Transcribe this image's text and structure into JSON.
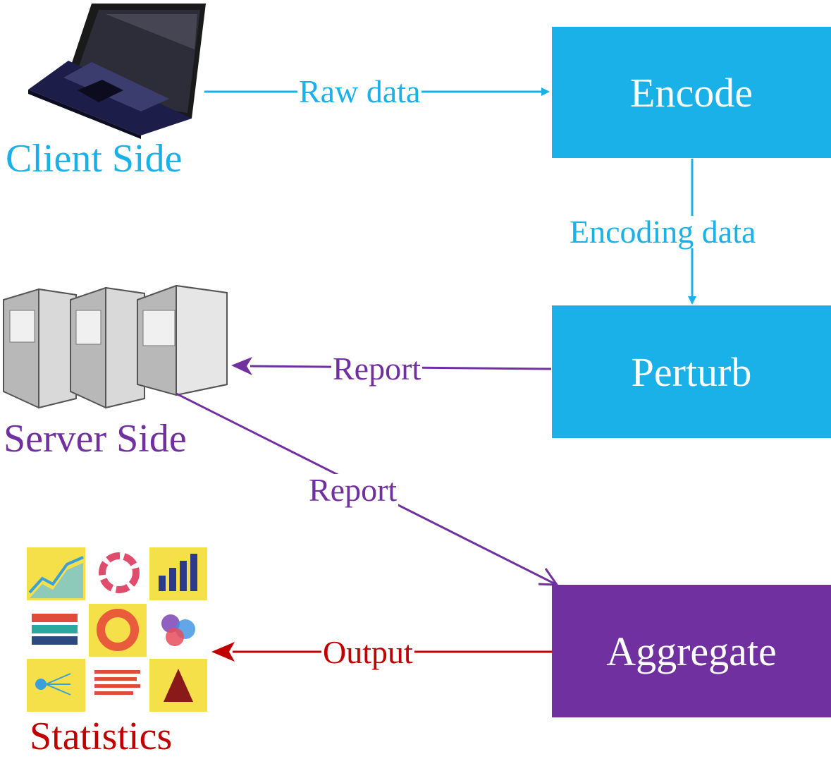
{
  "colors": {
    "blue": "#1ab0e8",
    "purple": "#7030a0",
    "red": "#c00000",
    "stat_tile_yellow": "#f6e04a"
  },
  "nodes": {
    "encode": "Encode",
    "perturb": "Perturb",
    "aggregate": "Aggregate"
  },
  "sides": {
    "client": "Client Side",
    "server": "Server Side",
    "statistics": "Statistics"
  },
  "edges": {
    "raw_data": "Raw data",
    "encoding_data": "Encoding data",
    "report_to_server": "Report",
    "report_to_aggregate": "Report",
    "output": "Output"
  },
  "icons": {
    "client": "laptop-icon",
    "server": "server-rack-icon",
    "statistics": "statistics-icon-grid"
  }
}
